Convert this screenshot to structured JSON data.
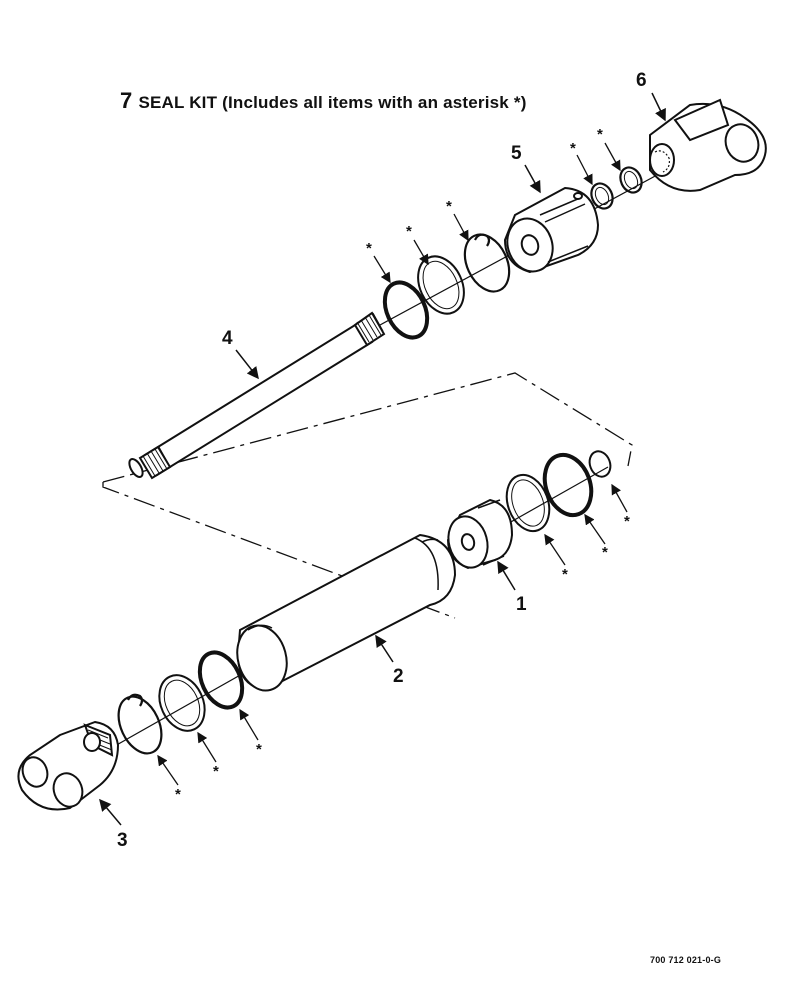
{
  "title": {
    "number": "7",
    "text": "SEAL KIT (Includes all items with an asterisk *)"
  },
  "callouts": {
    "c1": "1",
    "c2": "2",
    "c3": "3",
    "c4": "4",
    "c5": "5",
    "c6": "6"
  },
  "asterisk": "*",
  "drawing_number": "700 712 021-0-G"
}
